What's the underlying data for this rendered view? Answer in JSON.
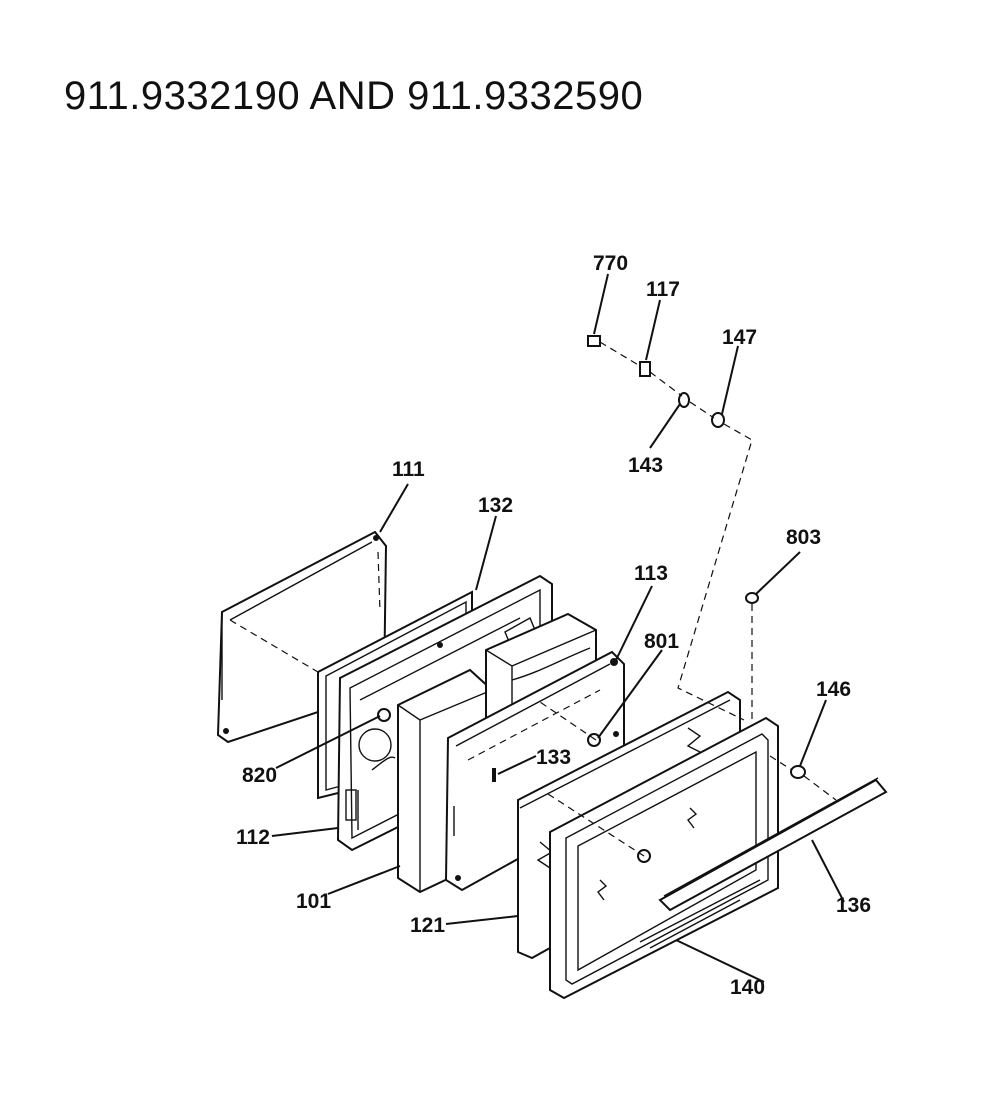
{
  "title": "911.9332190 AND 911.9332590",
  "callouts": {
    "p770": "770",
    "p117": "117",
    "p147": "147",
    "p143": "143",
    "p111": "111",
    "p132": "132",
    "p803": "803",
    "p113": "113",
    "p801": "801",
    "p146": "146",
    "p820": "820",
    "p133": "133",
    "p112": "112",
    "p101": "101",
    "p136": "136",
    "p121": "121",
    "p140": "140"
  }
}
